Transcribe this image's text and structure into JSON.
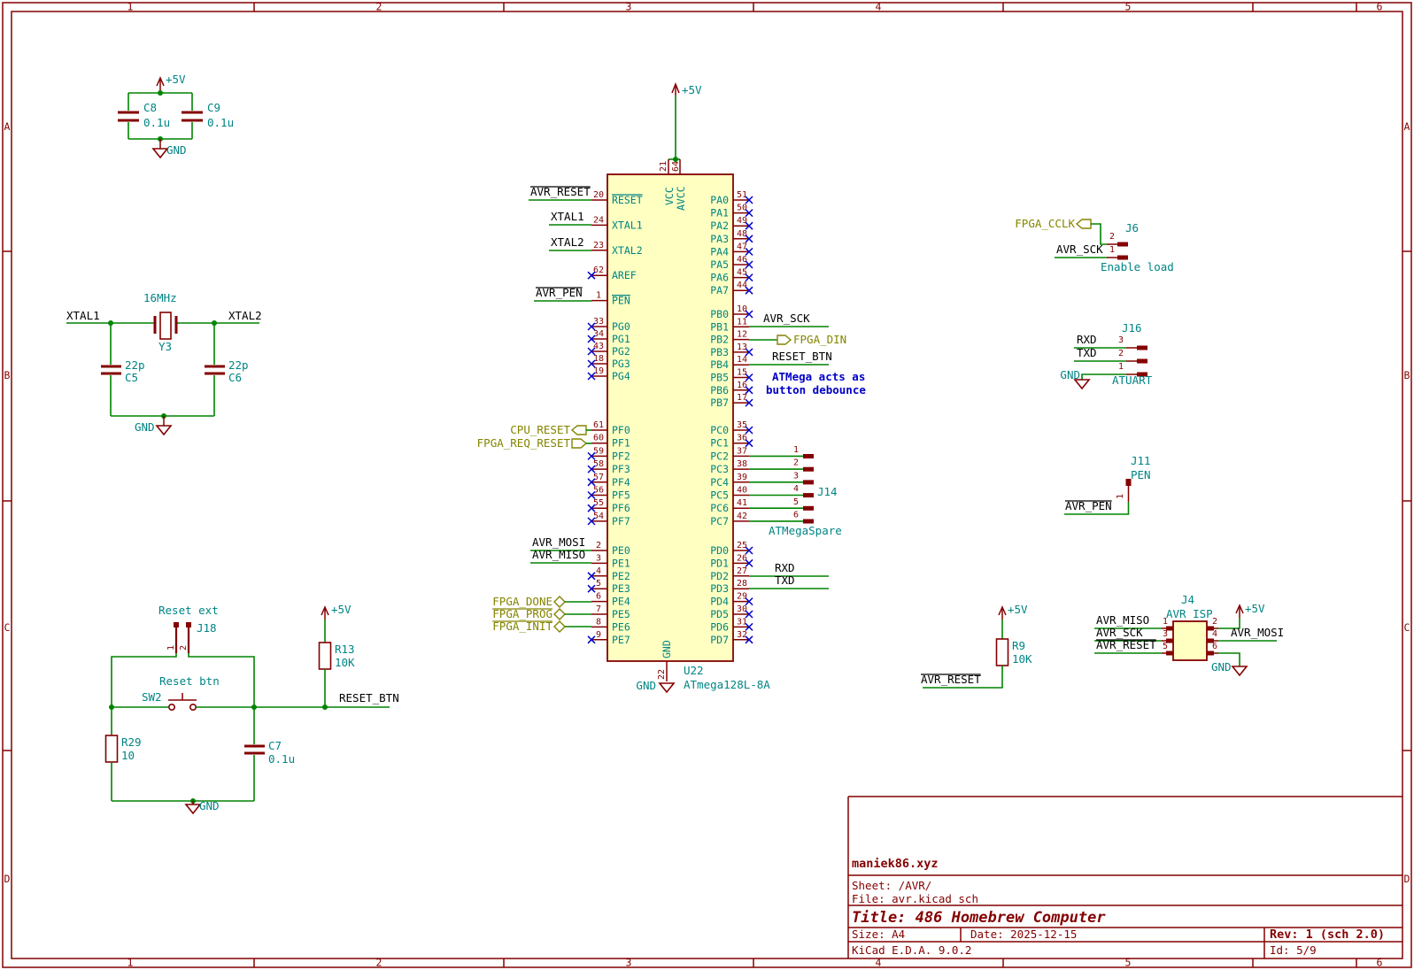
{
  "frame": {
    "cols": [
      "1",
      "2",
      "3",
      "4",
      "5",
      "6"
    ],
    "rows": [
      "A",
      "B",
      "C",
      "D"
    ]
  },
  "power": {
    "plus5v": "+5V",
    "gnd": "GND"
  },
  "decoupling": {
    "c8": {
      "ref": "C8",
      "val": "0.1u"
    },
    "c9": {
      "ref": "C9",
      "val": "0.1u"
    }
  },
  "crystal": {
    "freq": "16MHz",
    "ref": "Y3",
    "c5": {
      "ref": "C5",
      "val": "22p"
    },
    "c6": {
      "ref": "C6",
      "val": "22p"
    }
  },
  "reset": {
    "ext_label": "Reset ext",
    "j18": "J18",
    "pin1": "1",
    "pin2": "2",
    "btn_label": "Reset btn",
    "sw": "SW2",
    "r13": {
      "ref": "R13",
      "val": "10K"
    },
    "r29": {
      "ref": "R29",
      "val": "10"
    },
    "c7": {
      "ref": "C7",
      "val": "0.1u"
    }
  },
  "nets": {
    "avr_reset": "AVR_RESET",
    "xtal1": "XTAL1",
    "xtal2": "XTAL2",
    "avr_pen": "AVR_PEN",
    "avr_mosi": "AVR_MOSI",
    "avr_miso": "AVR_MISO",
    "avr_sck": "AVR_SCK",
    "reset_btn": "RESET_BTN",
    "rxd": "RXD",
    "txd": "TXD"
  },
  "hier": {
    "cpu_reset": "CPU_RESET",
    "fpga_req_reset": "FPGA_REQ_RESET",
    "fpga_done": "FPGA_DONE",
    "fpga_prog": "FPGA_PROG",
    "fpga_init": "FPGA_INIT",
    "fpga_din": "FPGA_DIN",
    "fpga_cclk": "FPGA_CCLK"
  },
  "notes": {
    "debounce1": "ATMega acts as",
    "debounce2": "button debounce",
    "enable_load": "Enable load"
  },
  "ic": {
    "ref": "U22",
    "value": "ATmega128L-8A",
    "vcc": {
      "name": "VCC",
      "num": "21"
    },
    "avcc": {
      "name": "AVCC",
      "num": "64"
    },
    "gnd": {
      "name": "GND",
      "num": "22"
    },
    "left_top": [
      {
        "name": "RESET",
        "num": "20",
        "ov": true
      },
      {
        "name": "XTAL1",
        "num": "24"
      },
      {
        "name": "XTAL2",
        "num": "23"
      },
      {
        "name": "AREF",
        "num": "62",
        "nc": true
      },
      {
        "name": "PEN",
        "num": "1",
        "ov": true
      }
    ],
    "pg": [
      {
        "name": "PG0",
        "num": "33",
        "nc": true
      },
      {
        "name": "PG1",
        "num": "34",
        "nc": true
      },
      {
        "name": "PG2",
        "num": "43",
        "nc": true
      },
      {
        "name": "PG3",
        "num": "18",
        "nc": true
      },
      {
        "name": "PG4",
        "num": "19",
        "nc": true
      }
    ],
    "pf": [
      {
        "name": "PF0",
        "num": "61"
      },
      {
        "name": "PF1",
        "num": "60"
      },
      {
        "name": "PF2",
        "num": "59",
        "nc": true
      },
      {
        "name": "PF3",
        "num": "58",
        "nc": true
      },
      {
        "name": "PF4",
        "num": "57",
        "nc": true
      },
      {
        "name": "PF5",
        "num": "56",
        "nc": true
      },
      {
        "name": "PF6",
        "num": "55",
        "nc": true
      },
      {
        "name": "PF7",
        "num": "54",
        "nc": true
      }
    ],
    "pe": [
      {
        "name": "PE0",
        "num": "2"
      },
      {
        "name": "PE1",
        "num": "3"
      },
      {
        "name": "PE2",
        "num": "4",
        "nc": true
      },
      {
        "name": "PE3",
        "num": "5",
        "nc": true
      },
      {
        "name": "PE4",
        "num": "6"
      },
      {
        "name": "PE5",
        "num": "7"
      },
      {
        "name": "PE6",
        "num": "8"
      },
      {
        "name": "PE7",
        "num": "9",
        "nc": true
      }
    ],
    "pa": [
      {
        "name": "PA0",
        "num": "51",
        "nc": true
      },
      {
        "name": "PA1",
        "num": "50",
        "nc": true
      },
      {
        "name": "PA2",
        "num": "49",
        "nc": true
      },
      {
        "name": "PA3",
        "num": "48",
        "nc": true
      },
      {
        "name": "PA4",
        "num": "47",
        "nc": true
      },
      {
        "name": "PA5",
        "num": "46",
        "nc": true
      },
      {
        "name": "PA6",
        "num": "45",
        "nc": true
      },
      {
        "name": "PA7",
        "num": "44",
        "nc": true
      }
    ],
    "pb": [
      {
        "name": "PB0",
        "num": "10",
        "nc": true
      },
      {
        "name": "PB1",
        "num": "11"
      },
      {
        "name": "PB2",
        "num": "12"
      },
      {
        "name": "PB3",
        "num": "13",
        "nc": true
      },
      {
        "name": "PB4",
        "num": "14"
      },
      {
        "name": "PB5",
        "num": "15",
        "nc": true
      },
      {
        "name": "PB6",
        "num": "16",
        "nc": true
      },
      {
        "name": "PB7",
        "num": "17",
        "nc": true
      }
    ],
    "pc": [
      {
        "name": "PC0",
        "num": "35",
        "nc": true
      },
      {
        "name": "PC1",
        "num": "36",
        "nc": true
      },
      {
        "name": "PC2",
        "num": "37"
      },
      {
        "name": "PC3",
        "num": "38"
      },
      {
        "name": "PC4",
        "num": "39"
      },
      {
        "name": "PC5",
        "num": "40"
      },
      {
        "name": "PC6",
        "num": "41"
      },
      {
        "name": "PC7",
        "num": "42"
      }
    ],
    "pd": [
      {
        "name": "PD0",
        "num": "25",
        "nc": true
      },
      {
        "name": "PD1",
        "num": "26",
        "nc": true
      },
      {
        "name": "PD2",
        "num": "27"
      },
      {
        "name": "PD3",
        "num": "28"
      },
      {
        "name": "PD4",
        "num": "29",
        "nc": true
      },
      {
        "name": "PD5",
        "num": "30",
        "nc": true
      },
      {
        "name": "PD6",
        "num": "31",
        "nc": true
      },
      {
        "name": "PD7",
        "num": "32",
        "nc": true
      }
    ]
  },
  "j14": {
    "ref": "J14",
    "name": "ATMegaSpare",
    "pins": [
      "1",
      "2",
      "3",
      "4",
      "5",
      "6"
    ]
  },
  "j6": {
    "ref": "J6",
    "pins": [
      "2",
      "1"
    ]
  },
  "j16": {
    "ref": "J16",
    "name": "ATUART",
    "pins": [
      "3",
      "2",
      "1"
    ]
  },
  "j11": {
    "ref": "J11",
    "name": "PEN",
    "pin": "1"
  },
  "r9": {
    "ref": "R9",
    "val": "10K"
  },
  "j4": {
    "ref": "J4",
    "name": "AVR ISP",
    "left_pins": [
      "1",
      "3",
      "5"
    ],
    "right_pins": [
      "2",
      "4",
      "6"
    ]
  },
  "title_block": {
    "site": "maniek86.xyz",
    "sheet": "Sheet: /AVR/",
    "file": "File: avr.kicad_sch",
    "title": "Title: 486 Homebrew Computer",
    "size": "Size: A4",
    "date": "Date: 2025-12-15",
    "rev": "Rev: 1 (sch 2.0)",
    "tool": "KiCad E.D.A. 9.0.2",
    "id": "Id: 5/9"
  }
}
